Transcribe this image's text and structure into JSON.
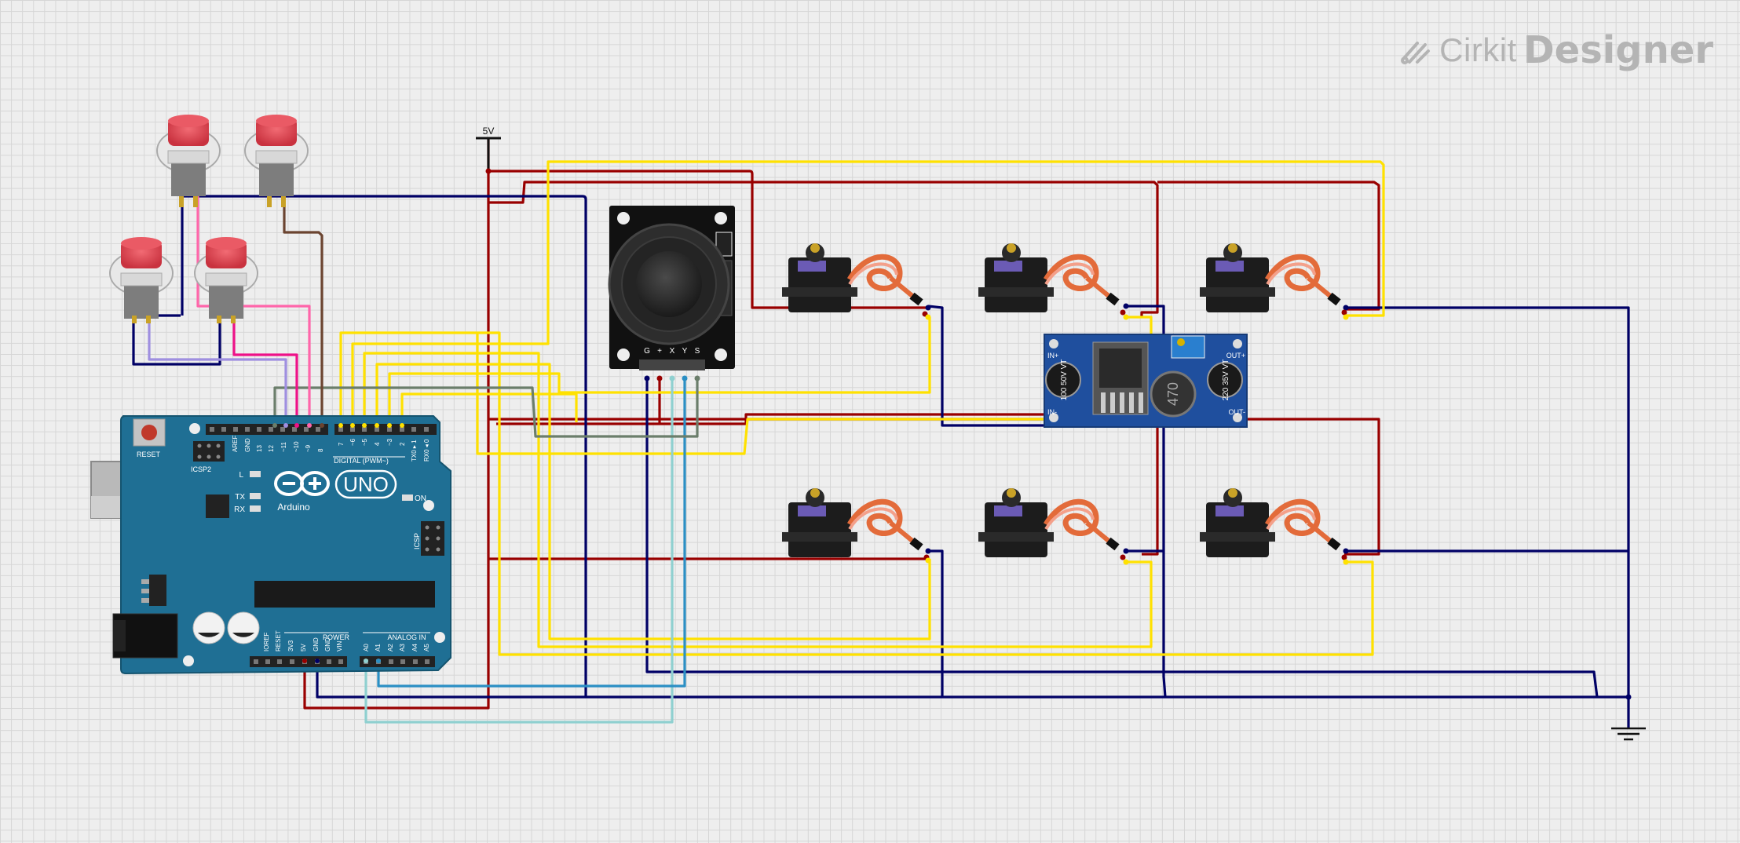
{
  "app": {
    "logo_part1": "Cirkit",
    "logo_part2": "Designer"
  },
  "power": {
    "vcc_label": "5V"
  },
  "arduino": {
    "model": "UNO",
    "brand": "Arduino",
    "reset_label": "RESET",
    "icsp2_label": "ICSP2",
    "icsp_label": "ICSP",
    "digital_label": "DIGITAL (PWM~)",
    "power_label": "POWER",
    "analog_label": "ANALOG IN",
    "led_l": "L",
    "led_tx": "TX",
    "led_rx": "RX",
    "led_on": "ON",
    "header_top_left": [
      "AREF",
      "GND",
      "13",
      "12",
      "~11",
      "~10",
      "~9",
      "8"
    ],
    "header_top_right": [
      "7",
      "~6",
      "~5",
      "4",
      "~3",
      "2",
      "TX0 ▸ 1",
      "RX0 ◂ 0"
    ],
    "header_power": [
      "IOREF",
      "RESET",
      "3V3",
      "5V",
      "GND",
      "GND",
      "VIN"
    ],
    "header_analog": [
      "A0",
      "A1",
      "A2",
      "A3",
      "A4",
      "A5"
    ]
  },
  "joystick": {
    "pins": [
      "G",
      "+",
      "X",
      "Y",
      "S"
    ]
  },
  "buck_converter": {
    "in_plus": "IN+",
    "in_minus": "IN-",
    "out_plus": "OUT+",
    "out_minus": "OUT-",
    "cap1": "100 50V VT",
    "cap2": "220 35V VT",
    "inductor": "470"
  },
  "colors": {
    "wire_red": "#990000",
    "wire_navy": "#000066",
    "wire_yellow": "#ffe100",
    "wire_pink": "#ff66aa",
    "wire_magenta": "#ee1188",
    "wire_brown": "#6b4430",
    "wire_purple": "#9f8fe0",
    "wire_gray": "#6b7e6b",
    "wire_teal": "#2b8fc4",
    "wire_lightteal": "#8fd0d0",
    "board": "#1f6f94",
    "button_cap": "#e2434f"
  }
}
